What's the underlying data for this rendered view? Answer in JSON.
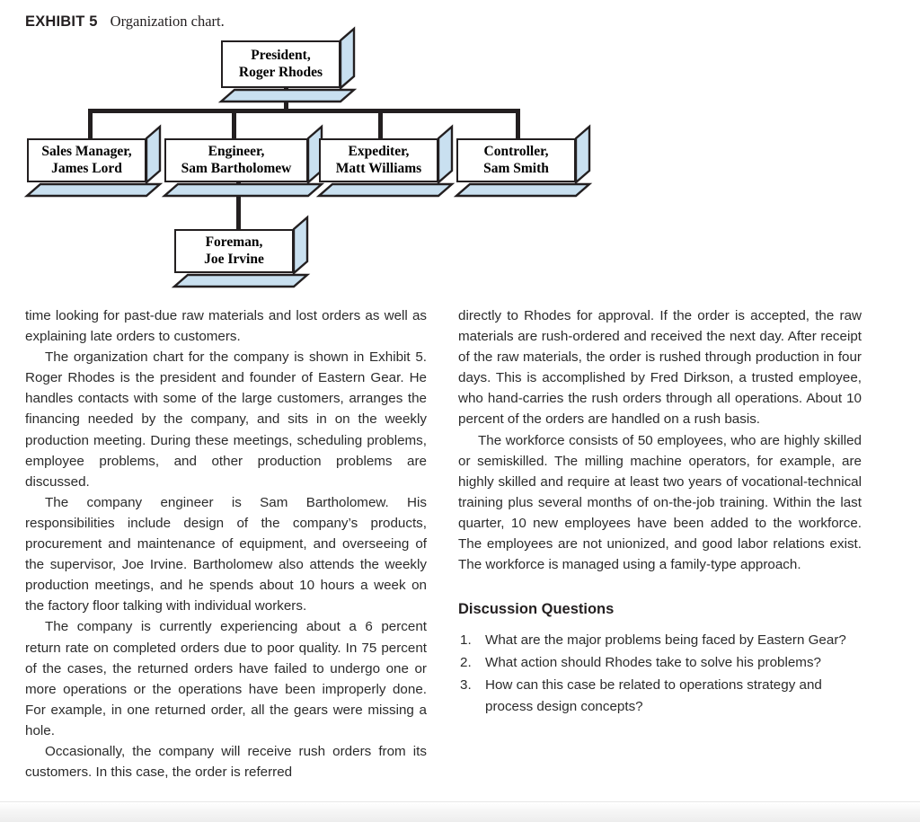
{
  "exhibit": {
    "label": "EXHIBIT 5",
    "caption": "Organization chart."
  },
  "org_chart": {
    "nodes": [
      {
        "id": "president",
        "title": "President,",
        "name": "Roger Rhodes"
      },
      {
        "id": "sales-manager",
        "title": "Sales Manager,",
        "name": "James Lord"
      },
      {
        "id": "engineer",
        "title": "Engineer,",
        "name": "Sam Bartholomew"
      },
      {
        "id": "expediter",
        "title": "Expediter,",
        "name": "Matt Williams"
      },
      {
        "id": "controller",
        "title": "Controller,",
        "name": "Sam Smith"
      },
      {
        "id": "foreman",
        "title": "Foreman,",
        "name": "Joe Irvine"
      }
    ],
    "colors": {
      "box_face": "#ffffff",
      "box_extrude": "#c9e0f0",
      "line": "#231f20"
    }
  },
  "body": {
    "left_column": [
      "time looking for past-due raw materials and lost orders as well as explaining late orders to customers.",
      "The organization chart for the company is shown in Exhibit 5. Roger Rhodes is the president and founder of Eastern Gear. He handles contacts with some of the large customers, arranges the financing needed by the company, and sits in on the weekly production meeting. During these meetings, scheduling problems, employee problems, and other production problems are discussed.",
      "The company engineer is Sam Bartholomew. His responsibilities include design of the company’s products, procurement and maintenance of equipment, and overseeing of the supervisor, Joe Irvine. Bartholomew also attends the weekly production meetings, and he spends about 10 hours a week on the factory floor talking with individual workers.",
      "The company is currently experiencing about a 6 percent return rate on completed orders due to poor quality. In 75 percent of the cases, the returned orders have failed to undergo one or more operations or the operations have been improperly done. For example, in one returned order, all the gears were missing a hole.",
      "Occasionally, the company will receive rush orders from its customers. In this case, the order is referred"
    ],
    "right_column": [
      "directly to Rhodes for approval. If the order is accepted, the raw materials are rush-ordered and received the next day. After receipt of the raw materials, the order is rushed through production in four days. This is accomplished by Fred Dirkson, a trusted employee, who hand-carries the rush orders through all operations. About 10 percent of the orders are handled on a rush basis.",
      "The workforce consists of 50 employees, who are highly skilled or semiskilled. The milling machine operators, for example, are highly skilled and require at least two years of vocational-technical training plus several months of on-the-job training. Within the last quarter, 10 new employees have been added to the workforce. The employees are not unionized, and good labor relations exist. The workforce is managed using a family-type approach."
    ]
  },
  "discussion": {
    "title": "Discussion Questions",
    "questions": [
      {
        "num": "1.",
        "text": "What are the major problems being faced by Eastern Gear?"
      },
      {
        "num": "2.",
        "text": "What action should Rhodes take to solve his problems?"
      },
      {
        "num": "3.",
        "text": "How can this case be related to operations strategy and process design concepts?"
      }
    ]
  }
}
